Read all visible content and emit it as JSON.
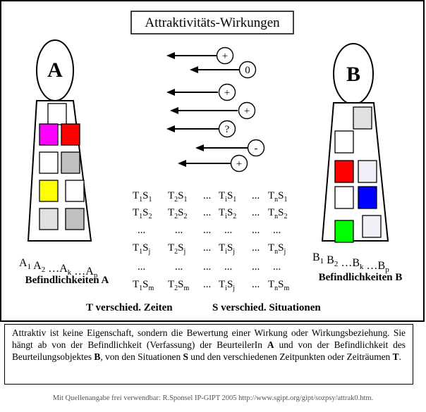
{
  "title": "Attraktivitäts-Wirkungen",
  "figure_a": {
    "letter": "A",
    "label_parts": [
      {
        "base": "A",
        "sub": "1"
      },
      {
        "base": " A",
        "sub": "2"
      },
      {
        "base": " …A",
        "sub": "k"
      },
      {
        "base": " …A",
        "sub": "p"
      }
    ],
    "caption": "Befindlichkeiten A",
    "squares": [
      {
        "color": "#ffffff"
      },
      {
        "color": "#ff00ff"
      },
      {
        "color": "#ff0000"
      },
      {
        "color": "#ffffff"
      },
      {
        "color": "#c0c0c0"
      },
      {
        "color": "#ffff00"
      },
      {
        "color": "#ffffff"
      },
      {
        "color": "#e0e0e0"
      },
      {
        "color": "#c0c0c0"
      }
    ]
  },
  "figure_b": {
    "letter": "B",
    "label_parts": [
      {
        "base": "B",
        "sub": "1"
      },
      {
        "base": " B",
        "sub": "2"
      },
      {
        "base": " …B",
        "sub": "k"
      },
      {
        "base": " …B",
        "sub": "p"
      }
    ],
    "caption": "Befindlichkeiten B",
    "squares": [
      {
        "color": "#e0e0e0"
      },
      {
        "color": "#ffffff"
      },
      {
        "color": "#ff0000"
      },
      {
        "color": "#f0f0f8"
      },
      {
        "color": "#ffffff"
      },
      {
        "color": "#0000ff"
      },
      {
        "color": "#00ff00"
      },
      {
        "color": "#f0f0f8"
      }
    ]
  },
  "arrows": [
    "+",
    "0",
    "+",
    "+",
    "?",
    "-",
    "+"
  ],
  "matrix": {
    "rows": [
      [
        {
          "a": "1",
          "b": "1"
        },
        {
          "a": "2",
          "b": "1"
        },
        {
          "dots": "..."
        },
        {
          "a": "i",
          "b": "1"
        },
        {
          "dots": "..."
        },
        {
          "a": "n",
          "b": "1"
        }
      ],
      [
        {
          "a": "1",
          "b": "2"
        },
        {
          "a": "2",
          "b": "2"
        },
        {
          "dots": "..."
        },
        {
          "a": "i",
          "b": "2"
        },
        {
          "dots": "..."
        },
        {
          "a": "n",
          "b": "2"
        }
      ],
      [
        {
          "dots": "..."
        },
        {
          "dots": "..."
        },
        {
          "dots": "..."
        },
        {
          "dots": "..."
        },
        {
          "dots": "..."
        },
        {
          "dots": "..."
        }
      ],
      [
        {
          "a": "1",
          "b": "j"
        },
        {
          "a": "2",
          "b": "j"
        },
        {
          "dots": "..."
        },
        {
          "a": "i",
          "b": "j"
        },
        {
          "dots": "..."
        },
        {
          "a": "n",
          "b": "j"
        }
      ],
      [
        {
          "dots": "..."
        },
        {
          "dots": "..."
        },
        {
          "dots": "..."
        },
        {
          "dots": "..."
        },
        {
          "dots": "..."
        },
        {
          "dots": "..."
        }
      ],
      [
        {
          "a": "1",
          "b": "m"
        },
        {
          "a": "2",
          "b": "m"
        },
        {
          "dots": "..."
        },
        {
          "a": "i",
          "b": "j"
        },
        {
          "dots": "..."
        },
        {
          "a": "n",
          "b": "m"
        }
      ]
    ],
    "letter_t": "T",
    "letter_s": "S"
  },
  "legend": {
    "t": "T verschied. Zeiten",
    "s": "S verschied. Situationen"
  },
  "caption_parts": [
    {
      "t": "Attraktiv ist keine Eigenschaft, sondern die Bewertung einer Wirkung oder Wirkungsbeziehung. Sie hängt ab von der Befindlichkeit (Verfassung) der BeurteilerIn "
    },
    {
      "t": "A",
      "b": true
    },
    {
      "t": " und von der Befindlichkeit des Beurteilungsobjektes "
    },
    {
      "t": "B",
      "b": true
    },
    {
      "t": ", von den Situationen "
    },
    {
      "t": "S",
      "b": true
    },
    {
      "t": " und den verschiedenen Zeitpunkten oder Zeiträumen "
    },
    {
      "t": "T",
      "b": true
    },
    {
      "t": "."
    }
  ],
  "footer": "Mit Quellenangabe frei verwendbar: R.Sponsel IP-GIPT 2005  http://www.sgipt.org/gipt/sozpsy/attrak0.htm."
}
